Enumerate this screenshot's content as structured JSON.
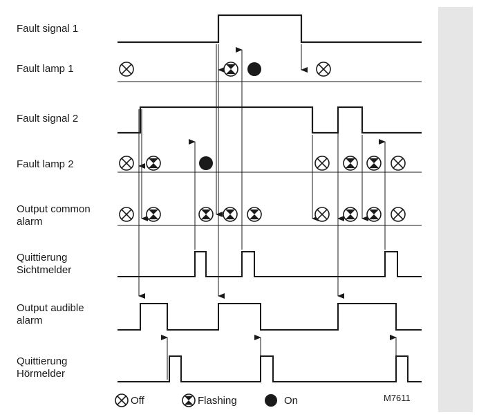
{
  "figure_code": "M7611",
  "rows": [
    {
      "id": "fault-signal-1",
      "label": "Fault signal 1"
    },
    {
      "id": "fault-lamp-1",
      "label": "Fault lamp 1"
    },
    {
      "id": "fault-signal-2",
      "label": "Fault signal 2"
    },
    {
      "id": "fault-lamp-2",
      "label": "Fault lamp 2"
    },
    {
      "id": "output-common-alarm",
      "label": "Output common\nalarm"
    },
    {
      "id": "quittierung-sichtmelder",
      "label": "Quittierung\nSichtmelder"
    },
    {
      "id": "output-audible-alarm",
      "label": "Output audible\nalarm"
    },
    {
      "id": "quittierung-hoermelder",
      "label": "Quittierung\nHörmelder"
    }
  ],
  "legend": {
    "off": "Off",
    "flashing": "Flashing",
    "on": "On"
  },
  "colors": {
    "background_panel": "#e6e6e6",
    "diagram_area": "#ffffff",
    "line": "#1a1a1a"
  },
  "lamp_states": {
    "fault_lamp_1": [
      "off",
      "flashing",
      "on",
      "off"
    ],
    "fault_lamp_2": [
      "off",
      "flashing",
      "on",
      "off",
      "flashing",
      "flashing",
      "off"
    ],
    "output_common_alarm": [
      "off",
      "flashing",
      "flashing",
      "flashing",
      "flashing",
      "off",
      "flashing",
      "flashing",
      "off"
    ]
  }
}
